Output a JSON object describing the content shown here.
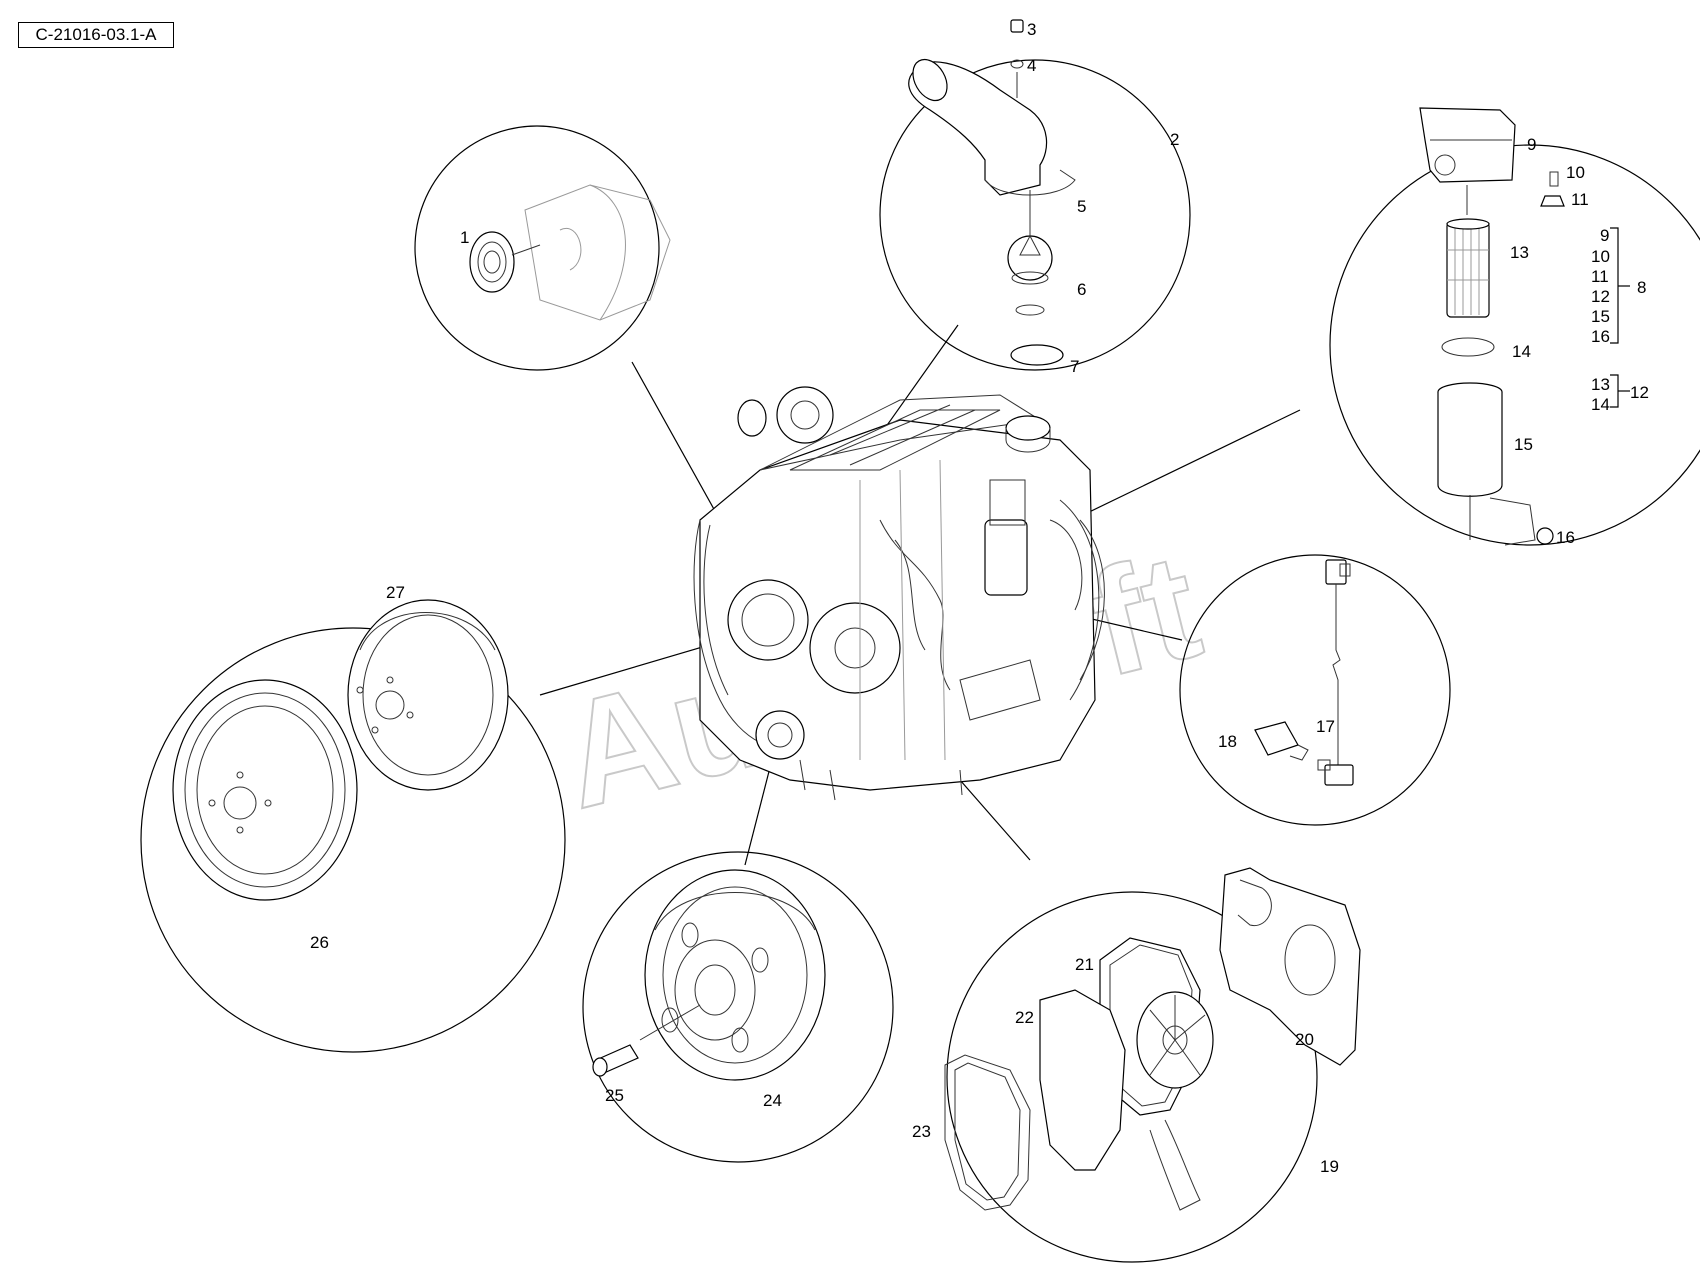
{
  "diagram": {
    "reference_code": "C-21016-03.1-A",
    "watermark": "AutoSoft",
    "callouts": [
      "1",
      "2",
      "3",
      "4",
      "5",
      "6",
      "7",
      "8",
      "9",
      "10",
      "11",
      "12",
      "13",
      "14",
      "15",
      "16",
      "17",
      "18",
      "19",
      "20",
      "21",
      "22",
      "23",
      "24",
      "25",
      "26",
      "27"
    ],
    "kit_8_members": [
      "9",
      "10",
      "11",
      "12",
      "15",
      "16"
    ],
    "kit_8_label": "8",
    "kit_12_members": [
      "13",
      "14"
    ],
    "kit_12_label": "12"
  }
}
